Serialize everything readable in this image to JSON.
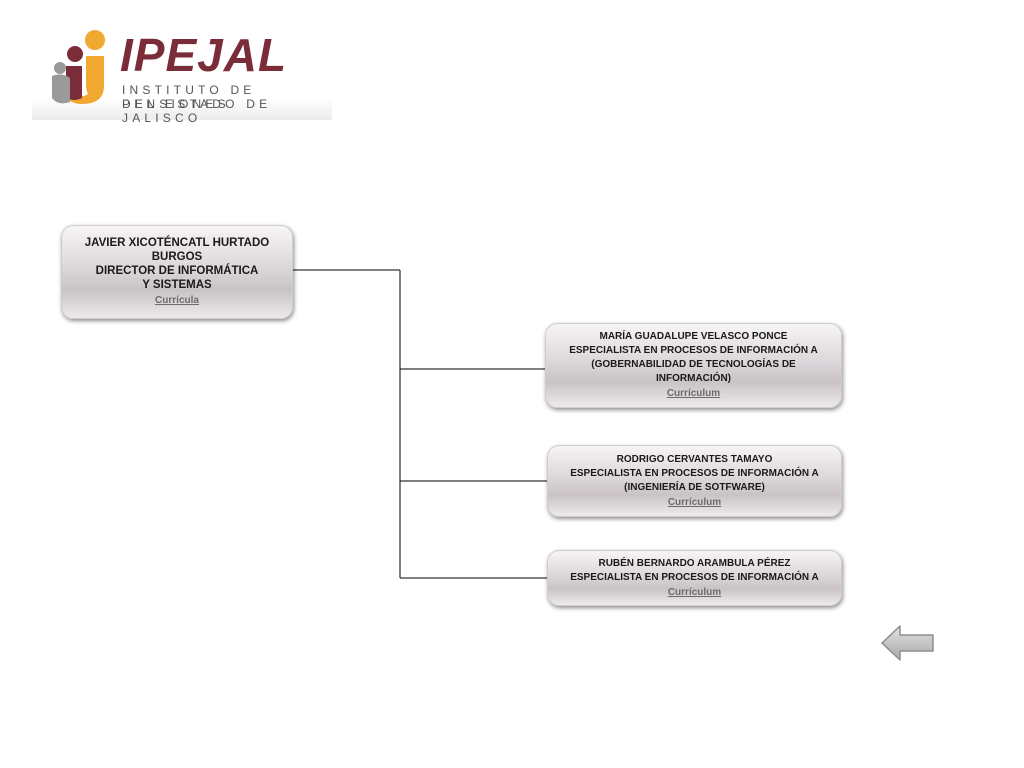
{
  "header": {
    "logo_title": "IPEJAL",
    "logo_subtitle_line1": "INSTITUTO DE PENSIONES",
    "logo_subtitle_line2": "DEL ESTADO DE JALISCO"
  },
  "director": {
    "name": "JAVIER XICOTÉNCATL HURTADO BURGOS",
    "title_line1": "DIRECTOR DE INFORMÁTICA",
    "title_line2": "Y SISTEMAS",
    "link": "Currícula"
  },
  "staff": [
    {
      "name": "MARÍA GUADALUPE VELASCO PONCE",
      "role": "ESPECIALISTA EN PROCESOS DE INFORMACIÓN A",
      "area": "(GOBERNABILIDAD DE TECNOLOGÍAS DE INFORMACIÓN)",
      "link": "Currículum"
    },
    {
      "name": "RODRIGO CERVANTES TAMAYO",
      "role": "ESPECIALISTA EN PROCESOS DE INFORMACIÓN A",
      "area": "(INGENIERÍA DE SOTFWARE)",
      "link": "Currículum"
    },
    {
      "name": "RUBÉN BERNARDO ARAMBULA PÉREZ",
      "role": "ESPECIALISTA EN PROCESOS DE INFORMACIÓN A",
      "link": "Currículum"
    }
  ],
  "colors": {
    "brand": "#7a2d38",
    "accent": "#f0a830",
    "arrow": "#c7c7c7"
  },
  "icons": {
    "back": "left-arrow-icon"
  }
}
